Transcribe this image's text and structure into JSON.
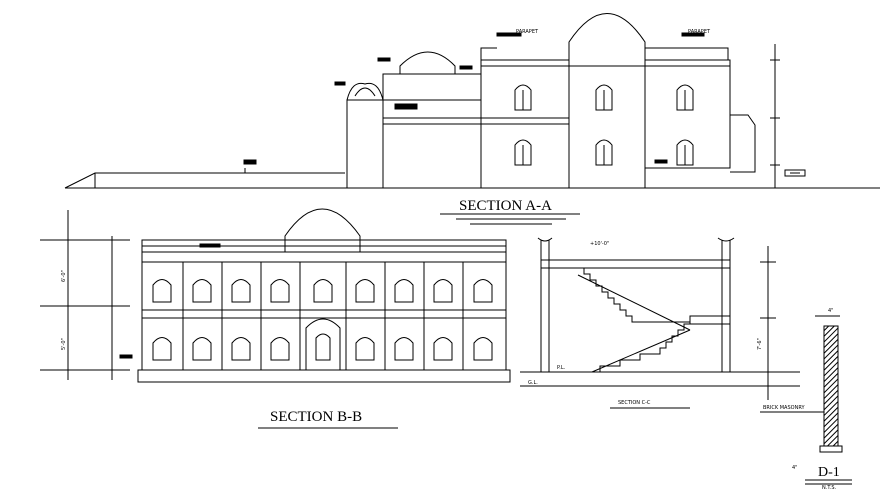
{
  "sections": {
    "a": {
      "title": "SECTION A-A",
      "tag_left": "PARAPET",
      "tag_right": "PARAPET"
    },
    "b": {
      "title": "SECTION B-B",
      "dim_top": "6'-0\"",
      "dim_bottom": "5'-0\""
    },
    "c": {
      "title": "SECTION C-C",
      "level_top": "+10'-0\"",
      "level_pl": "P.L.",
      "level_gl": "G.L.",
      "dim_right": "7'-6\""
    }
  },
  "detail": {
    "title": "D-1",
    "subtitle": "N.T.S.",
    "width_label": "4\"",
    "note": "BRICK MASONRY",
    "thickness": "4\""
  },
  "colors": {
    "line": "#000000",
    "background": "#ffffff",
    "hatch": "#000000"
  }
}
